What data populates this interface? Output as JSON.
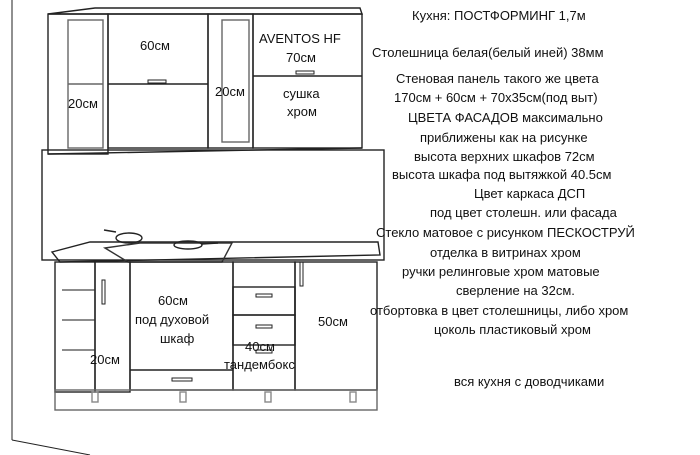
{
  "labels": {
    "upper_left_cabinet": "60см",
    "upper_left_glass": "20см",
    "upper_mid_glass": "20см",
    "aventos_line1": "AVENTOS HF",
    "aventos_line2": "70см",
    "dryer_line1": "сушка",
    "dryer_line2": "хром",
    "oven_line1": "60см",
    "oven_line2": "под духовой",
    "oven_line3": "шкаф",
    "drawers_line1": "40см",
    "drawers_line2": "тандембокс",
    "right_base": "50см",
    "left_base": "20см"
  },
  "notes": [
    "Кухня: ПОСТФОРМИНГ 1,7м",
    "Столешница белая(белый иней) 38мм",
    "Стеновая панель такого же цвета",
    "170см + 60см + 70х35см(под выт)",
    "ЦВЕТА ФАСАДОВ максимально",
    "приближены как на рисунке",
    "высота верхних шкафов 72см",
    "высота шкафа под вытяжкой 40.5см",
    "Цвет каркаса ДСП",
    "под цвет столешн. или фасада",
    "Стекло матовое с рисунком ПЕСКОСТРУЙ",
    "отделка в витринах хром",
    "ручки релинговые хром матовые",
    "сверление на 32см.",
    "отбортовка в цвет столешницы, либо хром",
    "цоколь пластиковый хром",
    "вся кухня с доводчиками"
  ]
}
